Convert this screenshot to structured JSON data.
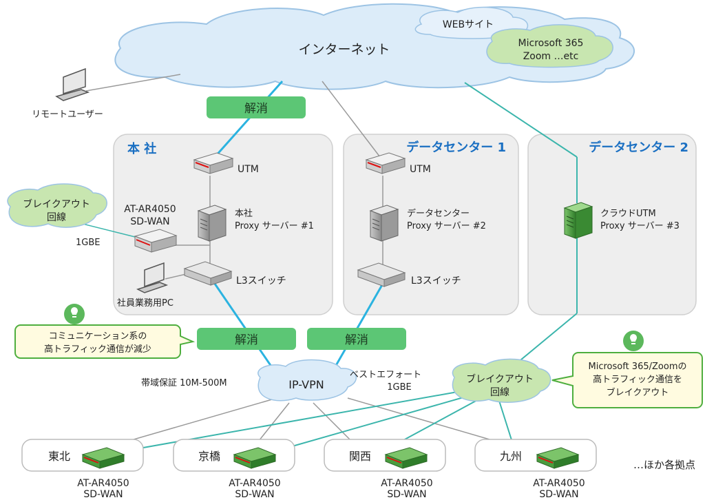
{
  "internet": {
    "label": "インターネット",
    "web_site": "WEBサイト",
    "saas_line1": "Microsoft 365",
    "saas_line2": "Zoom …etc"
  },
  "remote_user": "リモートユーザー",
  "resolved_label": "解消",
  "sites": {
    "hq": {
      "title": "本 社",
      "utm": "UTM",
      "proxy_line1": "本社",
      "proxy_line2": "Proxy サーバー #1",
      "router_line1": "AT-AR4050",
      "router_line2": "SD-WAN",
      "l3_switch": "L3スイッチ",
      "pc": "社員業務用PC"
    },
    "dc1": {
      "title": "データセンター 1",
      "utm": "UTM",
      "proxy_line1": "データセンター",
      "proxy_line2": "Proxy サーバー #2",
      "l3_switch": "L3スイッチ"
    },
    "dc2": {
      "title": "データセンター 2",
      "proxy_line1": "クラウドUTM",
      "proxy_line2": "Proxy サーバー #3"
    }
  },
  "breakout_top": {
    "line1": "ブレイクアウト",
    "line2": "回線",
    "speed": "1GBE"
  },
  "breakout_bottom": {
    "line1": "ブレイクアウト",
    "line2": "回線"
  },
  "callout_left": {
    "line1": "コミュニケーション系の",
    "line2": "高トラフィック通信が減少"
  },
  "callout_right": {
    "line1": "Microsoft 365/Zoomの",
    "line2": "高トラフィック通信を",
    "line3": "ブレイクアウト"
  },
  "ipvpn": {
    "label": "IP-VPN",
    "guarantee": "帯域保証 10M-500M"
  },
  "best_effort": {
    "line1": "ベストエフォート",
    "line2": "1GBE"
  },
  "branches": [
    {
      "name": "東北",
      "model": "AT-AR4050",
      "type": "SD-WAN"
    },
    {
      "name": "京橋",
      "model": "AT-AR4050",
      "type": "SD-WAN"
    },
    {
      "name": "関西",
      "model": "AT-AR4050",
      "type": "SD-WAN"
    },
    {
      "name": "九州",
      "model": "AT-AR4050",
      "type": "SD-WAN"
    }
  ],
  "other_sites": "…ほか各拠点",
  "colors": {
    "cloud_fill": "#dcecf9",
    "cloud_stroke": "#9cc3e4",
    "green_cloud": "#c8e6b0",
    "resolved_bg": "#5cc675",
    "site_bg": "#eeeeee",
    "link_blue": "#2bb3e0",
    "link_teal": "#3bb5ac",
    "title_blue": "#1a6fc2"
  }
}
